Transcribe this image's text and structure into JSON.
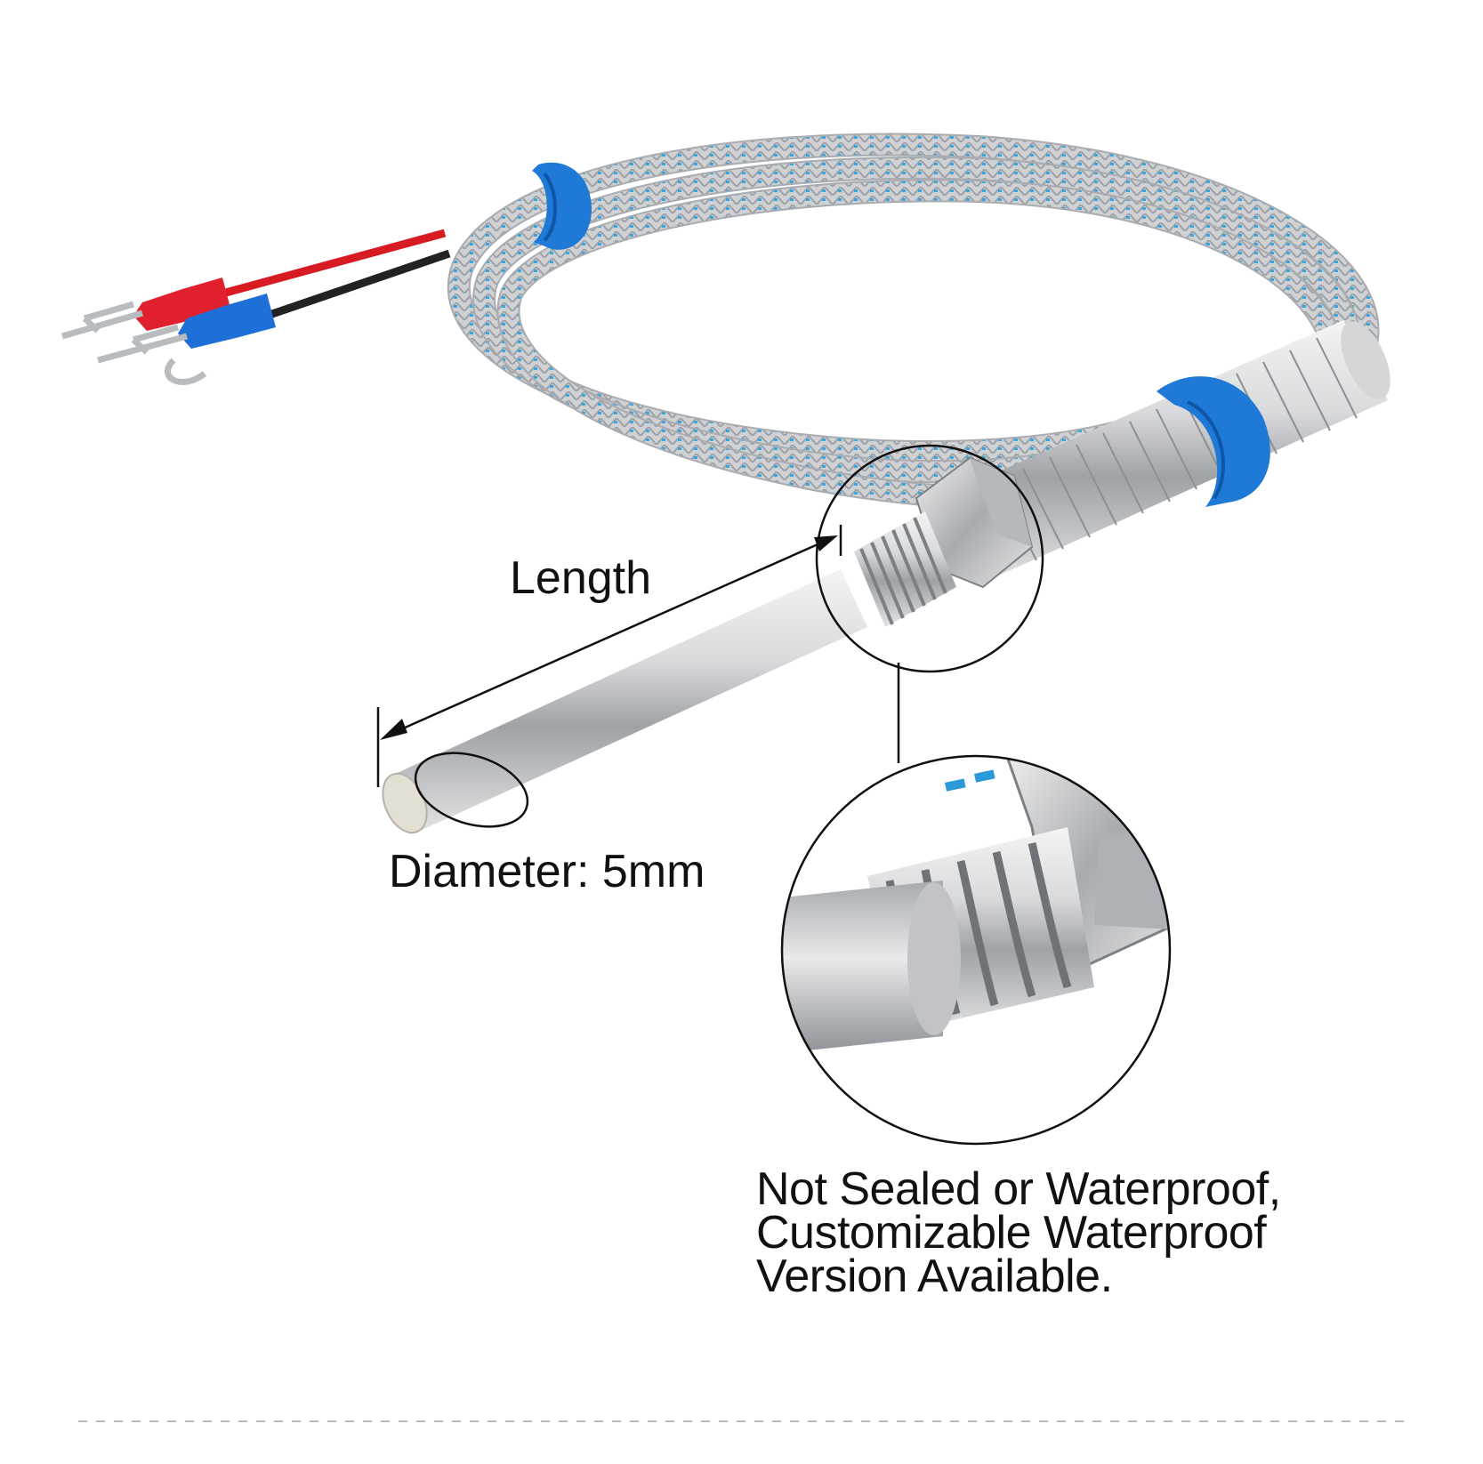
{
  "labels": {
    "length": "Length",
    "diameter": "Diameter: 5mm",
    "note_lines": [
      "Not Sealed or Waterproof,",
      "Customizable Waterproof",
      "Version Available."
    ]
  },
  "colors": {
    "braid": "#c9ccd0",
    "braid_fleck": "#3aa6dd",
    "sleeve_blue": "#1f79d6",
    "terminal_red": "#e0202c",
    "terminal_blue": "#1f6fd8",
    "wire_red": "#d81b22",
    "wire_black": "#222222",
    "steel": "#c7c9cc",
    "callout_line": "#111111"
  },
  "icons": [
    "fork-terminal-icon",
    "hex-nut-icon",
    "arrow-icon"
  ]
}
